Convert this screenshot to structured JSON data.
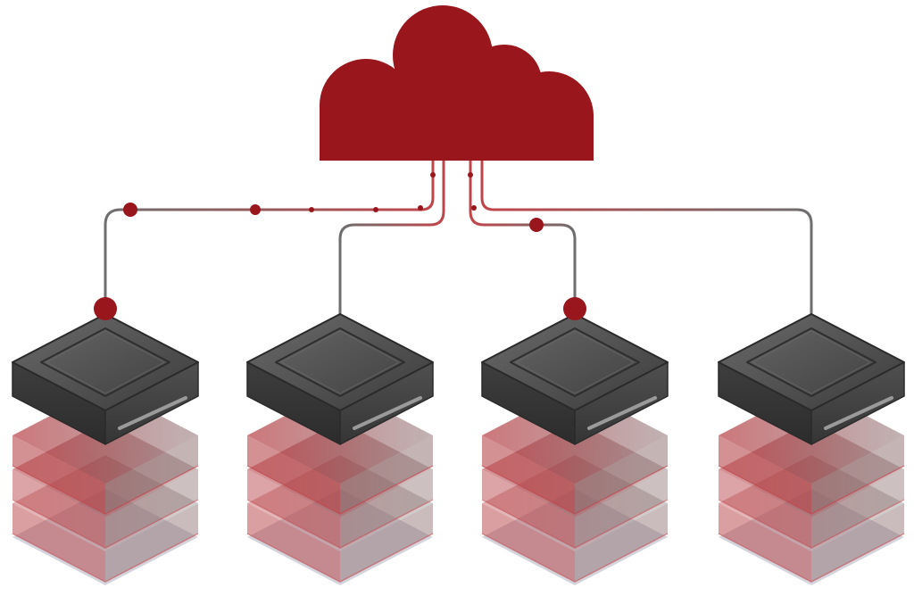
{
  "colors": {
    "background": "#ffffff",
    "cloud": "#98161c",
    "accent": "#98161c",
    "accent_dark": "#7a1016",
    "wire_grey": "#6e6e6e",
    "wire_red": "#c0454a",
    "server_top": "#4a4a4a",
    "server_top_light": "#5c5c5c",
    "server_side": "#3a3a3a",
    "server_edge": "#2a2a2a",
    "slot": "#9a9a9a",
    "shadow": "#d4d4dc"
  },
  "icons": {
    "cloud": "cloud-icon",
    "server": "server-icon",
    "node": "connection-node-icon"
  },
  "servers": [
    {
      "id": "server-1",
      "connected_dot": true
    },
    {
      "id": "server-2",
      "connected_dot": false
    },
    {
      "id": "server-3",
      "connected_dot": true
    },
    {
      "id": "server-4",
      "connected_dot": false
    }
  ]
}
